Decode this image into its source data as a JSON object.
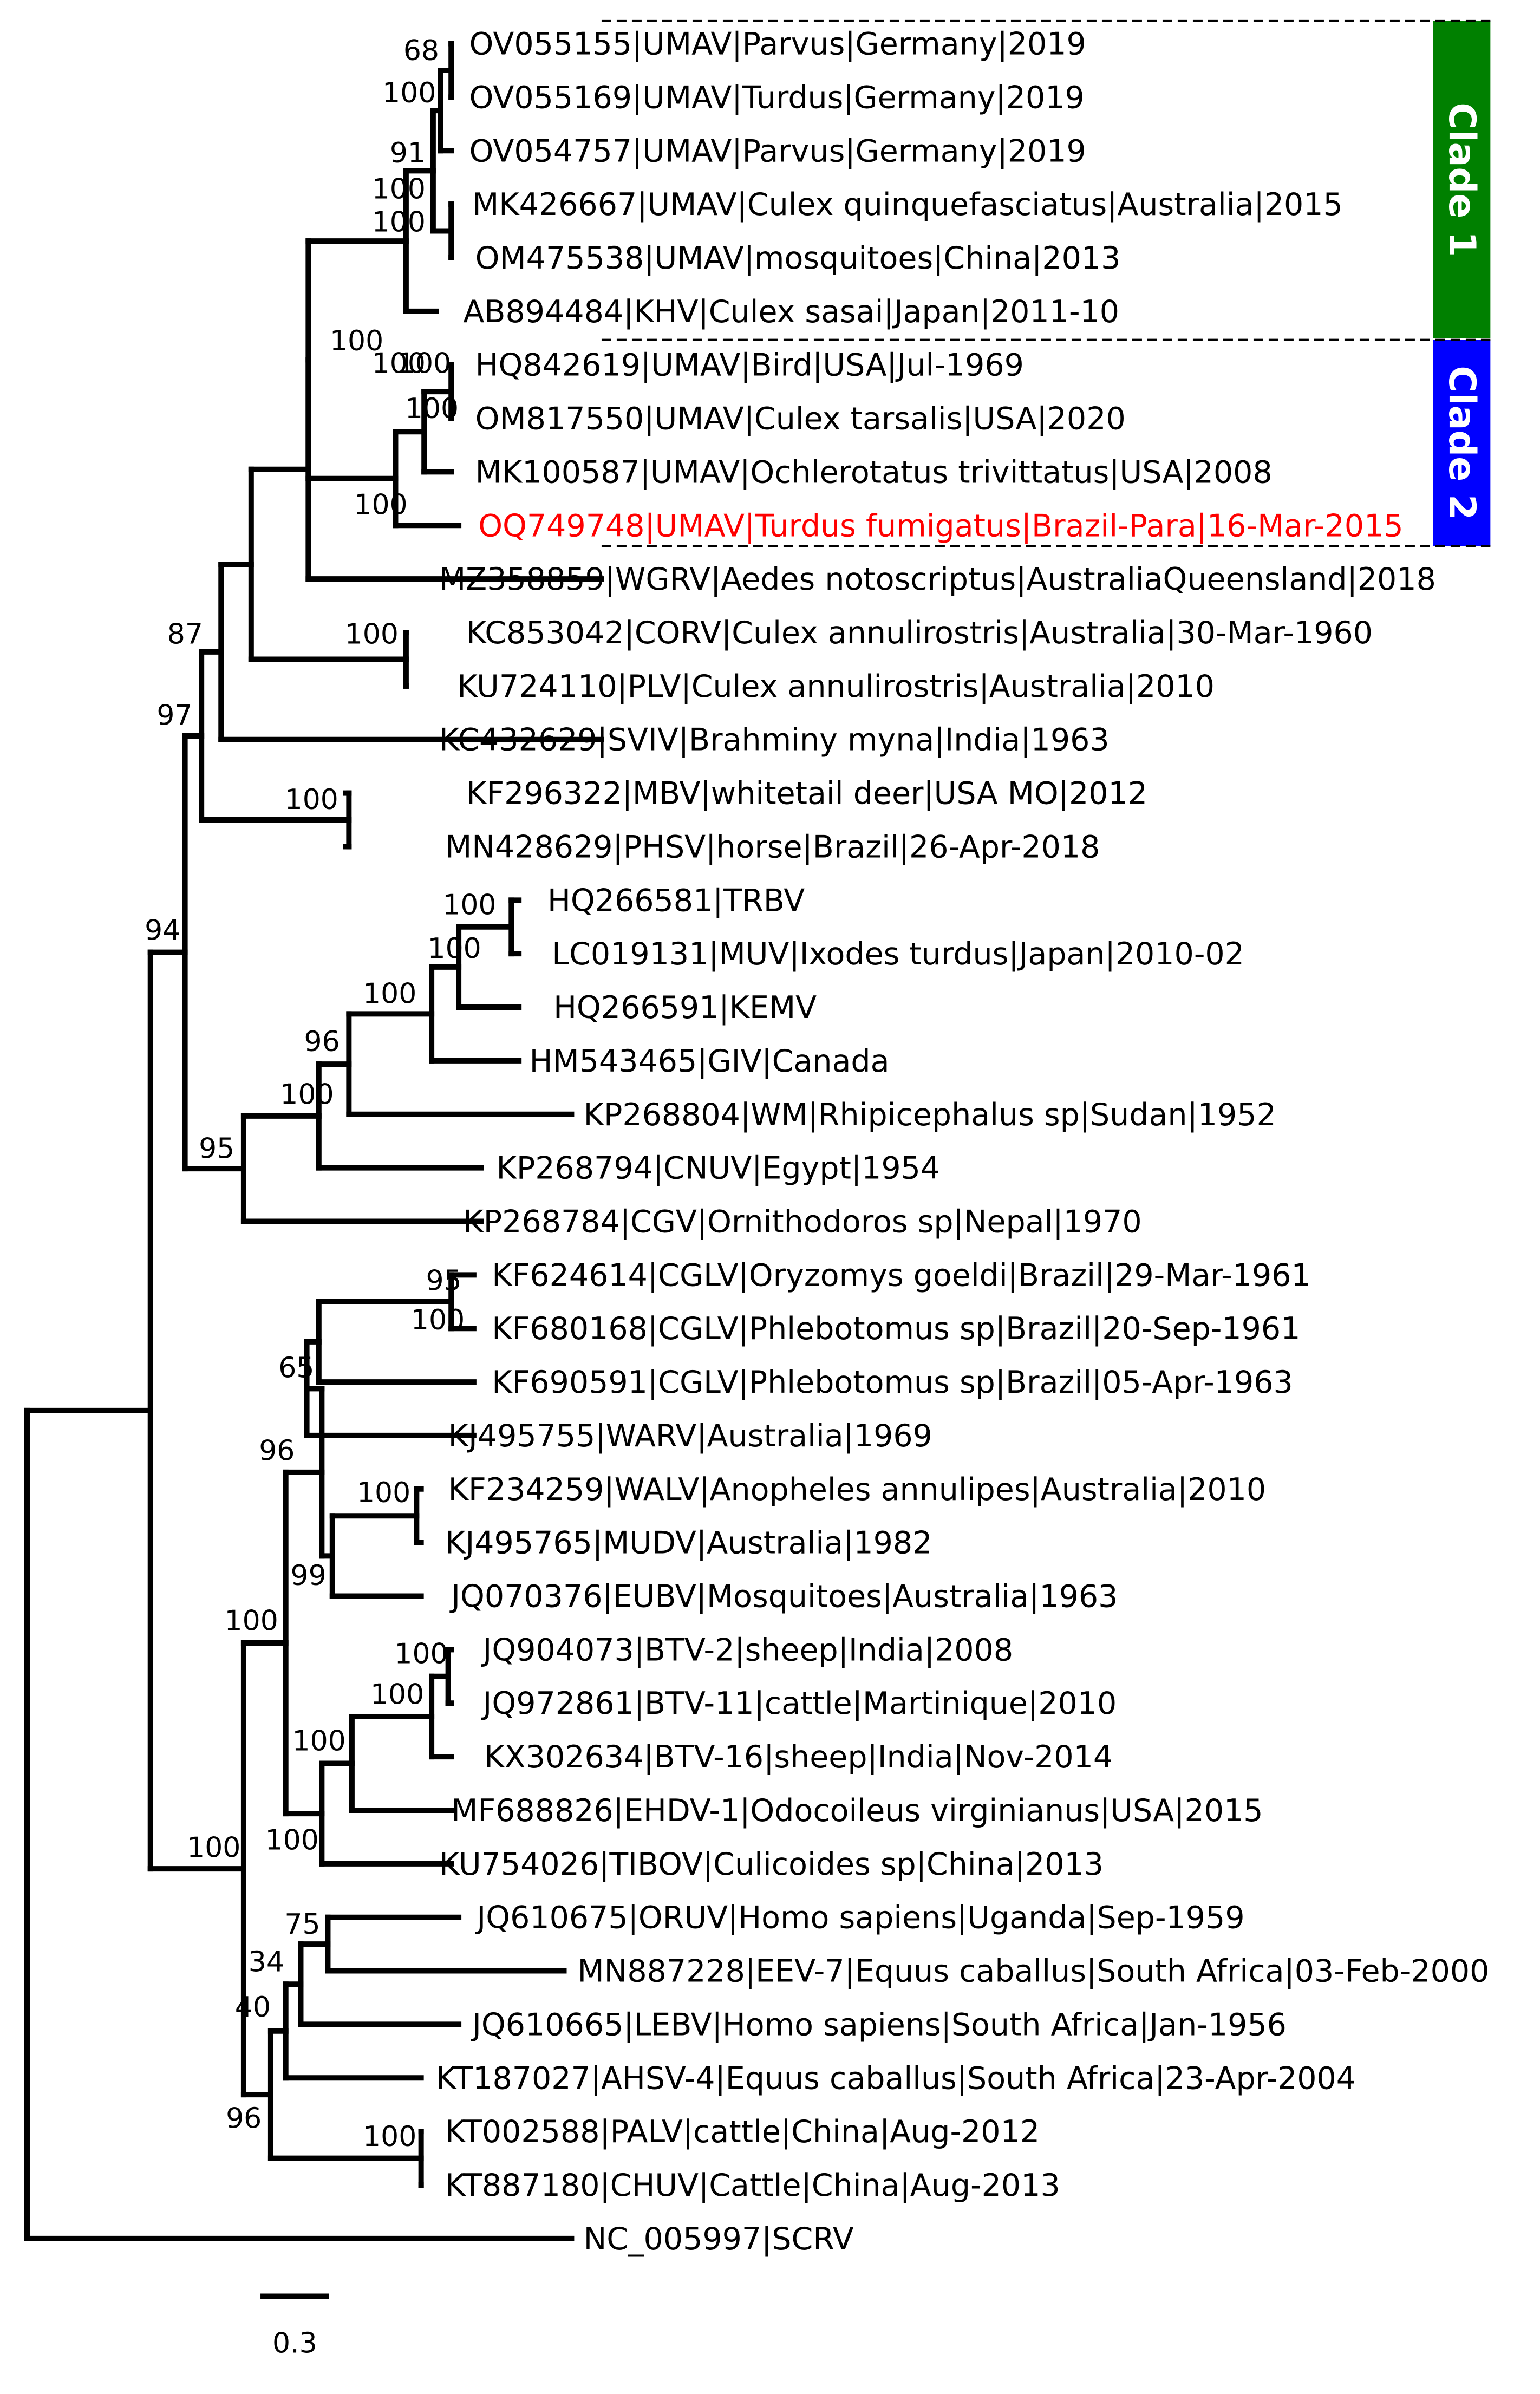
{
  "colors": {
    "branch": "#000000",
    "highlight": "#ff0000",
    "clade1": "#008000",
    "clade2": "#0000ff"
  },
  "leaves": [
    "OV055155|UMAV|Parvus|Germany|2019",
    "OV055169|UMAV|Turdus|Germany|2019",
    "OV054757|UMAV|Parvus|Germany|2019",
    "MK426667|UMAV|Culex quinquefasciatus|Australia|2015",
    "OM475538|UMAV|mosquitoes|China|2013",
    "AB894484|KHV|Culex sasai|Japan|2011-10",
    "HQ842619|UMAV|Bird|USA|Jul-1969",
    "OM817550|UMAV|Culex tarsalis|USA|2020",
    "MK100587|UMAV|Ochlerotatus trivittatus|USA|2008",
    "OQ749748|UMAV|Turdus fumigatus|Brazil-Para|16-Mar-2015",
    "MZ358859|WGRV|Aedes notoscriptus|AustraliaQueensland|2018",
    "KC853042|CORV|Culex annulirostris|Australia|30-Mar-1960",
    "KU724110|PLV|Culex annulirostris|Australia|2010",
    "KC432629|SVIV|Brahminy myna|India|1963",
    "KF296322|MBV|whitetail deer|USA MO|2012",
    "MN428629|PHSV|horse|Brazil|26-Apr-2018",
    "HQ266581|TRBV",
    "LC019131|MUV|Ixodes turdus|Japan|2010-02",
    "HQ266591|KEMV",
    "HM543465|GIV|Canada",
    "KP268804|WM|Rhipicephalus sp|Sudan|1952",
    "KP268794|CNUV|Egypt|1954",
    "KP268784|CGV|Ornithodoros sp|Nepal|1970",
    "KF624614|CGLV|Oryzomys goeldi|Brazil|29-Mar-1961",
    "KF680168|CGLV|Phlebotomus sp|Brazil|20-Sep-1961",
    "KF690591|CGLV|Phlebotomus sp|Brazil|05-Apr-1963",
    "KJ495755|WARV|Australia|1969",
    "KF234259|WALV|Anopheles annulipes|Australia|2010",
    "KJ495765|MUDV|Australia|1982",
    "JQ070376|EUBV|Mosquitoes|Australia|1963",
    "JQ904073|BTV-2|sheep|India|2008",
    "JQ972861|BTV-11|cattle|Martinique|2010",
    "KX302634|BTV-16|sheep|India|Nov-2014",
    "MF688826|EHDV-1|Odocoileus virginianus|USA|2015",
    "KU754026|TIBOV|Culicoides sp|China|2013",
    "JQ610675|ORUV|Homo sapiens|Uganda|Sep-1959",
    "MN887228|EEV-7|Equus caballus|South Africa|03-Feb-2000",
    "JQ610665|LEBV|Homo sapiens|South Africa|Jan-1956",
    "KT187027|AHSV-4|Equus caballus|South Africa|23-Apr-2004",
    "KT002588|PALV|cattle|China|Aug-2012",
    "KT887180|CHUV|Cattle|China|Aug-2013",
    "NC_005997|SCRV"
  ],
  "highlighted_leaf": "OQ749748|UMAV|Turdus fumigatus|Brazil-Para|16-Mar-2015",
  "support_values": [
    "68",
    "100",
    "91",
    "100",
    "100",
    "100",
    "100",
    "100",
    "100",
    "100",
    "87",
    "100",
    "97",
    "100",
    "94",
    "100",
    "100",
    "100",
    "96",
    "100",
    "95",
    "95",
    "100",
    "65",
    "96",
    "100",
    "99",
    "100",
    "100",
    "100",
    "100",
    "100",
    "75",
    "34",
    "40",
    "96",
    "100",
    "100"
  ],
  "clades": [
    {
      "label": "Clade 1",
      "color": "#008000"
    },
    {
      "label": "Clade 2",
      "color": "#0000ff"
    }
  ],
  "scale_bar": {
    "label": "0.3",
    "value": 0.3
  }
}
